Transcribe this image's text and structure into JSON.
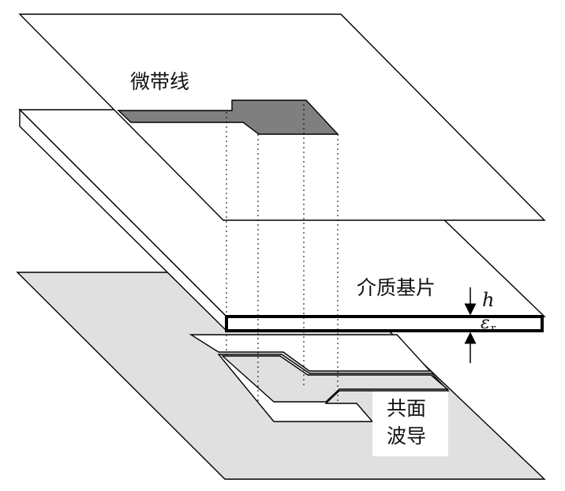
{
  "labels": {
    "microstrip": "微带线",
    "substrate": "介质基片",
    "h_symbol": "h",
    "epsilon_symbol": "ε",
    "epsilon_subscript": "r",
    "cpw_line1": "共面",
    "cpw_line2": "波导"
  },
  "colors": {
    "background": "#ffffff",
    "stroke": "#000000",
    "microstrip_fill": "#7f7f7f",
    "ground_fill": "#e0e0e0"
  }
}
